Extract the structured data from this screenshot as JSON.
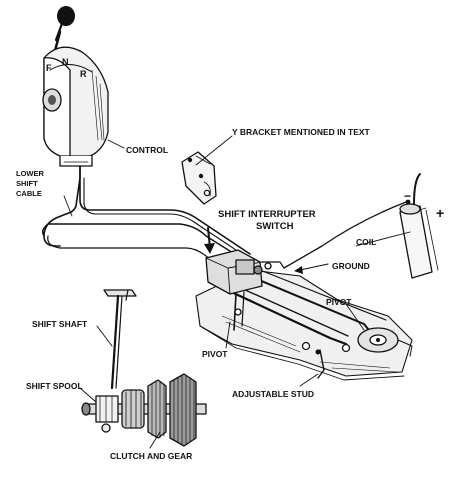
{
  "labels": {
    "control": "CONTROL",
    "lower_shift_cable_line1": "LOWER",
    "lower_shift_cable_line2": "SHIFT",
    "lower_shift_cable_line3": "CABLE",
    "y_bracket": "Y BRACKET MENTIONED IN TEXT",
    "shift_interrupter_line1": "SHIFT INTERRUPTER",
    "shift_interrupter_line2": "SWITCH",
    "coil": "COIL",
    "ground": "GROUND",
    "pivot_right": "PIVOT",
    "pivot_left": "PIVOT",
    "shift_shaft": "SHIFT SHAFT",
    "shift_spool": "SHIFT SPOOL",
    "adjustable_stud": "ADJUSTABLE STUD",
    "clutch_and_gear": "CLUTCH AND GEAR"
  },
  "control_marks": {
    "forward": "F",
    "neutral": "N",
    "reverse": "R"
  },
  "coil_terminals": {
    "negative": "−",
    "positive": "+"
  }
}
